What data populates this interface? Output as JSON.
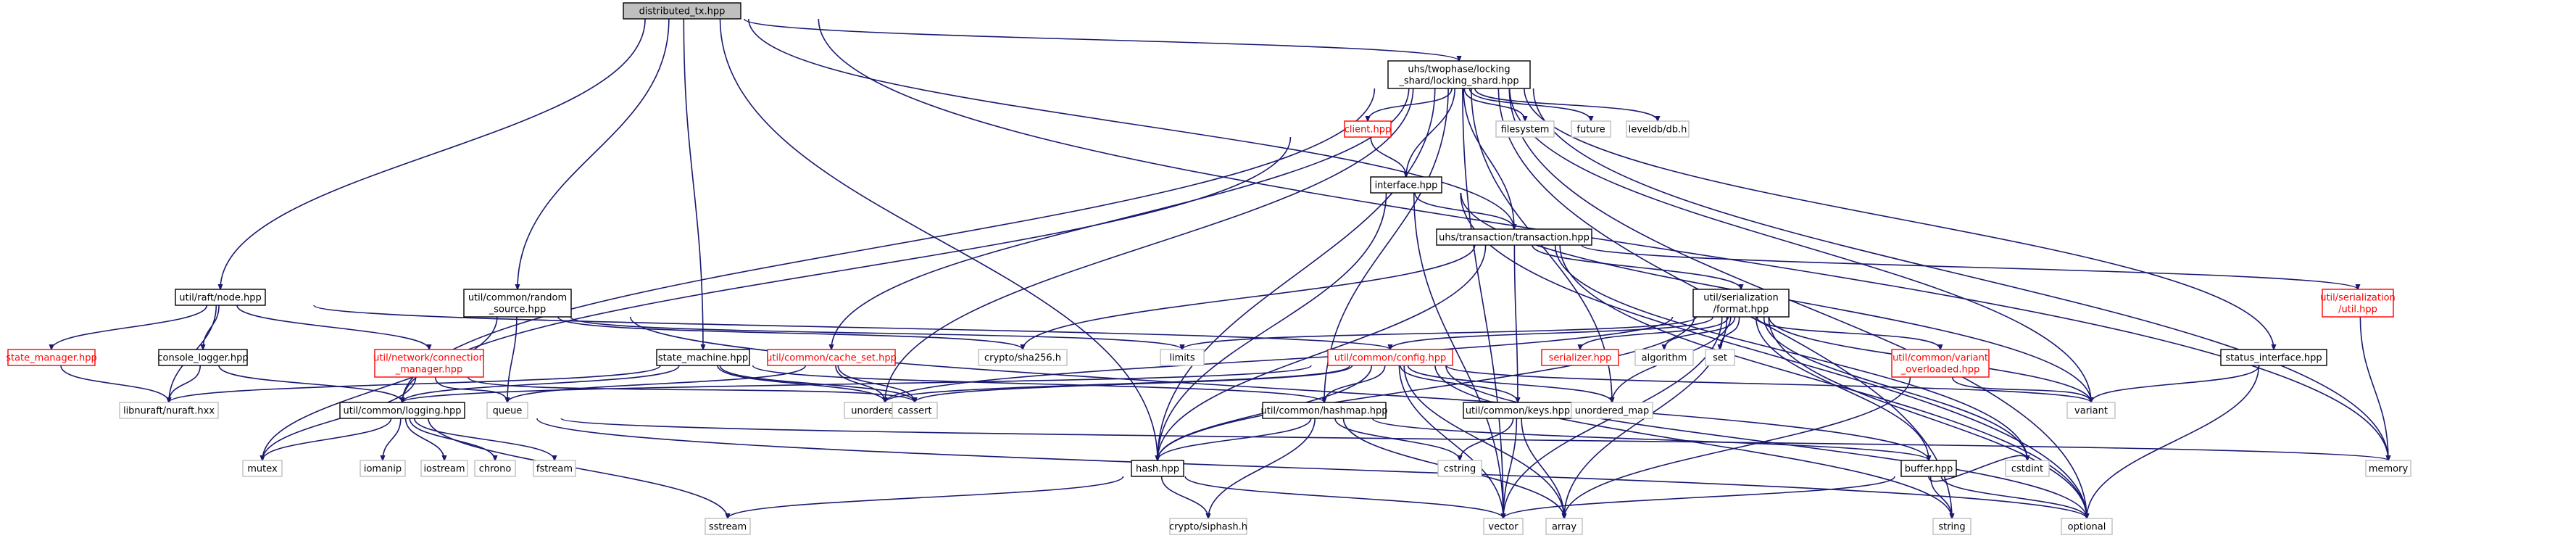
{
  "nodes": [
    {
      "id": "dtx",
      "lines": [
        "distributed_tx.hpp"
      ],
      "kind": "root"
    },
    {
      "id": "lsh",
      "lines": [
        "uhs/twophase/locking",
        "_shard/locking_shard.hpp"
      ],
      "kind": "normal"
    },
    {
      "id": "client",
      "lines": [
        "client.hpp"
      ],
      "kind": "red"
    },
    {
      "id": "fs",
      "lines": [
        "filesystem"
      ],
      "kind": "std"
    },
    {
      "id": "future",
      "lines": [
        "future"
      ],
      "kind": "std"
    },
    {
      "id": "leveldb",
      "lines": [
        "leveldb/db.h"
      ],
      "kind": "std"
    },
    {
      "id": "iface",
      "lines": [
        "interface.hpp"
      ],
      "kind": "normal"
    },
    {
      "id": "txn",
      "lines": [
        "uhs/transaction/transaction.hpp"
      ],
      "kind": "normal"
    },
    {
      "id": "raftnode",
      "lines": [
        "util/raft/node.hpp"
      ],
      "kind": "normal"
    },
    {
      "id": "rand",
      "lines": [
        "util/common/random",
        "_source.hpp"
      ],
      "kind": "normal"
    },
    {
      "id": "fmt",
      "lines": [
        "util/serialization",
        "/format.hpp"
      ],
      "kind": "normal"
    },
    {
      "id": "sutil",
      "lines": [
        "util/serialization",
        "/util.hpp"
      ],
      "kind": "red"
    },
    {
      "id": "stmgr",
      "lines": [
        "state_manager.hpp"
      ],
      "kind": "red"
    },
    {
      "id": "clog",
      "lines": [
        "console_logger.hpp"
      ],
      "kind": "normal"
    },
    {
      "id": "connmgr",
      "lines": [
        "util/network/connection",
        "_manager.hpp"
      ],
      "kind": "red"
    },
    {
      "id": "sha",
      "lines": [
        "crypto/sha256.h"
      ],
      "kind": "std"
    },
    {
      "id": "limits",
      "lines": [
        "limits"
      ],
      "kind": "std"
    },
    {
      "id": "sm",
      "lines": [
        "state_machine.hpp"
      ],
      "kind": "normal"
    },
    {
      "id": "cacheset",
      "lines": [
        "util/common/cache_set.hpp"
      ],
      "kind": "red"
    },
    {
      "id": "config",
      "lines": [
        "util/common/config.hpp"
      ],
      "kind": "red"
    },
    {
      "id": "ser",
      "lines": [
        "serializer.hpp"
      ],
      "kind": "red"
    },
    {
      "id": "algo",
      "lines": [
        "algorithm"
      ],
      "kind": "std"
    },
    {
      "id": "set",
      "lines": [
        "set"
      ],
      "kind": "std"
    },
    {
      "id": "varov",
      "lines": [
        "util/common/variant",
        "_overloaded.hpp"
      ],
      "kind": "red"
    },
    {
      "id": "status",
      "lines": [
        "status_interface.hpp"
      ],
      "kind": "normal"
    },
    {
      "id": "nuraft",
      "lines": [
        "libnuraft/nuraft.hxx"
      ],
      "kind": "std"
    },
    {
      "id": "queue",
      "lines": [
        "queue"
      ],
      "kind": "std"
    },
    {
      "id": "logging",
      "lines": [
        "util/common/logging.hpp"
      ],
      "kind": "normal"
    },
    {
      "id": "uset",
      "lines": [
        "unordered_set"
      ],
      "kind": "std"
    },
    {
      "id": "cassert",
      "lines": [
        "cassert"
      ],
      "kind": "std"
    },
    {
      "id": "hashmap",
      "lines": [
        "util/common/hashmap.hpp"
      ],
      "kind": "normal"
    },
    {
      "id": "keys",
      "lines": [
        "util/common/keys.hpp"
      ],
      "kind": "normal"
    },
    {
      "id": "umap",
      "lines": [
        "unordered_map"
      ],
      "kind": "std"
    },
    {
      "id": "variant",
      "lines": [
        "variant"
      ],
      "kind": "std"
    },
    {
      "id": "mutex",
      "lines": [
        "mutex"
      ],
      "kind": "std"
    },
    {
      "id": "iomanip",
      "lines": [
        "iomanip"
      ],
      "kind": "std"
    },
    {
      "id": "iostream",
      "lines": [
        "iostream"
      ],
      "kind": "std"
    },
    {
      "id": "chrono",
      "lines": [
        "chrono"
      ],
      "kind": "std"
    },
    {
      "id": "fstream",
      "lines": [
        "fstream"
      ],
      "kind": "std"
    },
    {
      "id": "hash",
      "lines": [
        "hash.hpp"
      ],
      "kind": "normal"
    },
    {
      "id": "cstring",
      "lines": [
        "cstring"
      ],
      "kind": "std"
    },
    {
      "id": "buffer",
      "lines": [
        "buffer.hpp"
      ],
      "kind": "normal"
    },
    {
      "id": "cstdint",
      "lines": [
        "cstdint"
      ],
      "kind": "std"
    },
    {
      "id": "memory",
      "lines": [
        "memory"
      ],
      "kind": "std"
    },
    {
      "id": "sstream",
      "lines": [
        "sstream"
      ],
      "kind": "std"
    },
    {
      "id": "siphash",
      "lines": [
        "crypto/siphash.h"
      ],
      "kind": "std"
    },
    {
      "id": "vector",
      "lines": [
        "vector"
      ],
      "kind": "std"
    },
    {
      "id": "array",
      "lines": [
        "array"
      ],
      "kind": "std"
    },
    {
      "id": "string",
      "lines": [
        "string"
      ],
      "kind": "std"
    },
    {
      "id": "optional",
      "lines": [
        "optional"
      ],
      "kind": "std"
    }
  ],
  "edges": [
    [
      "dtx",
      "lsh"
    ],
    [
      "dtx",
      "raftnode"
    ],
    [
      "dtx",
      "rand"
    ],
    [
      "dtx",
      "sm"
    ],
    [
      "dtx",
      "txn"
    ],
    [
      "dtx",
      "hash"
    ],
    [
      "dtx",
      "memory"
    ],
    [
      "lsh",
      "client"
    ],
    [
      "lsh",
      "fs"
    ],
    [
      "lsh",
      "future"
    ],
    [
      "lsh",
      "leveldb"
    ],
    [
      "lsh",
      "iface"
    ],
    [
      "lsh",
      "txn"
    ],
    [
      "lsh",
      "logging"
    ],
    [
      "lsh",
      "cacheset"
    ],
    [
      "lsh",
      "hashmap"
    ],
    [
      "lsh",
      "status"
    ],
    [
      "lsh",
      "uset"
    ],
    [
      "lsh",
      "variant"
    ],
    [
      "lsh",
      "vector"
    ],
    [
      "lsh",
      "umap"
    ],
    [
      "lsh",
      "memory"
    ],
    [
      "lsh",
      "optional"
    ],
    [
      "lsh",
      "string"
    ],
    [
      "lsh",
      "hash"
    ],
    [
      "client",
      "iface"
    ],
    [
      "client",
      "logging"
    ],
    [
      "iface",
      "txn"
    ],
    [
      "iface",
      "hash"
    ],
    [
      "iface",
      "variant"
    ],
    [
      "iface",
      "vector"
    ],
    [
      "iface",
      "optional"
    ],
    [
      "txn",
      "fmt"
    ],
    [
      "txn",
      "sutil"
    ],
    [
      "txn",
      "keys"
    ],
    [
      "txn",
      "sha"
    ],
    [
      "txn",
      "hash"
    ],
    [
      "txn",
      "cstdint"
    ],
    [
      "txn",
      "optional"
    ],
    [
      "raftnode",
      "stmgr"
    ],
    [
      "raftnode",
      "clog"
    ],
    [
      "raftnode",
      "connmgr"
    ],
    [
      "raftnode",
      "nuraft"
    ],
    [
      "raftnode",
      "config"
    ],
    [
      "rand",
      "limits"
    ],
    [
      "rand",
      "sha"
    ],
    [
      "rand",
      "queue"
    ],
    [
      "rand",
      "mutex"
    ],
    [
      "rand",
      "buffer"
    ],
    [
      "fmt",
      "config"
    ],
    [
      "fmt",
      "ser"
    ],
    [
      "fmt",
      "algo"
    ],
    [
      "fmt",
      "set"
    ],
    [
      "fmt",
      "varov"
    ],
    [
      "fmt",
      "limits"
    ],
    [
      "fmt",
      "umap"
    ],
    [
      "fmt",
      "uset"
    ],
    [
      "fmt",
      "variant"
    ],
    [
      "fmt",
      "cstdint"
    ],
    [
      "fmt",
      "optional"
    ],
    [
      "fmt",
      "array"
    ],
    [
      "fmt",
      "vector"
    ],
    [
      "fmt",
      "buffer"
    ],
    [
      "fmt",
      "hash"
    ],
    [
      "sutil",
      "memory"
    ],
    [
      "stmgr",
      "nuraft"
    ],
    [
      "clog",
      "nuraft"
    ],
    [
      "clog",
      "logging"
    ],
    [
      "connmgr",
      "queue"
    ],
    [
      "connmgr",
      "mutex"
    ],
    [
      "connmgr",
      "cassert"
    ],
    [
      "sm",
      "nuraft"
    ],
    [
      "sm",
      "cassert"
    ],
    [
      "sm",
      "uset"
    ],
    [
      "sm",
      "hashmap"
    ],
    [
      "sm",
      "logging"
    ],
    [
      "cacheset",
      "uset"
    ],
    [
      "cacheset",
      "cassert"
    ],
    [
      "cacheset",
      "queue"
    ],
    [
      "config",
      "logging"
    ],
    [
      "config",
      "hashmap"
    ],
    [
      "config",
      "keys"
    ],
    [
      "config",
      "umap"
    ],
    [
      "config",
      "variant"
    ],
    [
      "config",
      "cassert"
    ],
    [
      "config",
      "uset"
    ],
    [
      "config",
      "vector"
    ],
    [
      "config",
      "optional"
    ],
    [
      "config",
      "string"
    ],
    [
      "config",
      "hash"
    ],
    [
      "config",
      "array"
    ],
    [
      "varov",
      "variant"
    ],
    [
      "varov",
      "array"
    ],
    [
      "status",
      "variant"
    ],
    [
      "status",
      "optional"
    ],
    [
      "logging",
      "mutex"
    ],
    [
      "logging",
      "iomanip"
    ],
    [
      "logging",
      "iostream"
    ],
    [
      "logging",
      "chrono"
    ],
    [
      "logging",
      "fstream"
    ],
    [
      "logging",
      "sstream"
    ],
    [
      "logging",
      "optional"
    ],
    [
      "logging",
      "memory"
    ],
    [
      "hashmap",
      "hash"
    ],
    [
      "hashmap",
      "siphash"
    ],
    [
      "hashmap",
      "cstring"
    ],
    [
      "hashmap",
      "array"
    ],
    [
      "hashmap",
      "buffer"
    ],
    [
      "keys",
      "cstring"
    ],
    [
      "keys",
      "array"
    ],
    [
      "keys",
      "vector"
    ],
    [
      "hash",
      "sstream"
    ],
    [
      "hash",
      "siphash"
    ],
    [
      "hash",
      "vector"
    ],
    [
      "buffer",
      "string"
    ],
    [
      "buffer",
      "optional"
    ],
    [
      "buffer",
      "vector"
    ],
    [
      "buffer",
      "cstdint"
    ]
  ]
}
